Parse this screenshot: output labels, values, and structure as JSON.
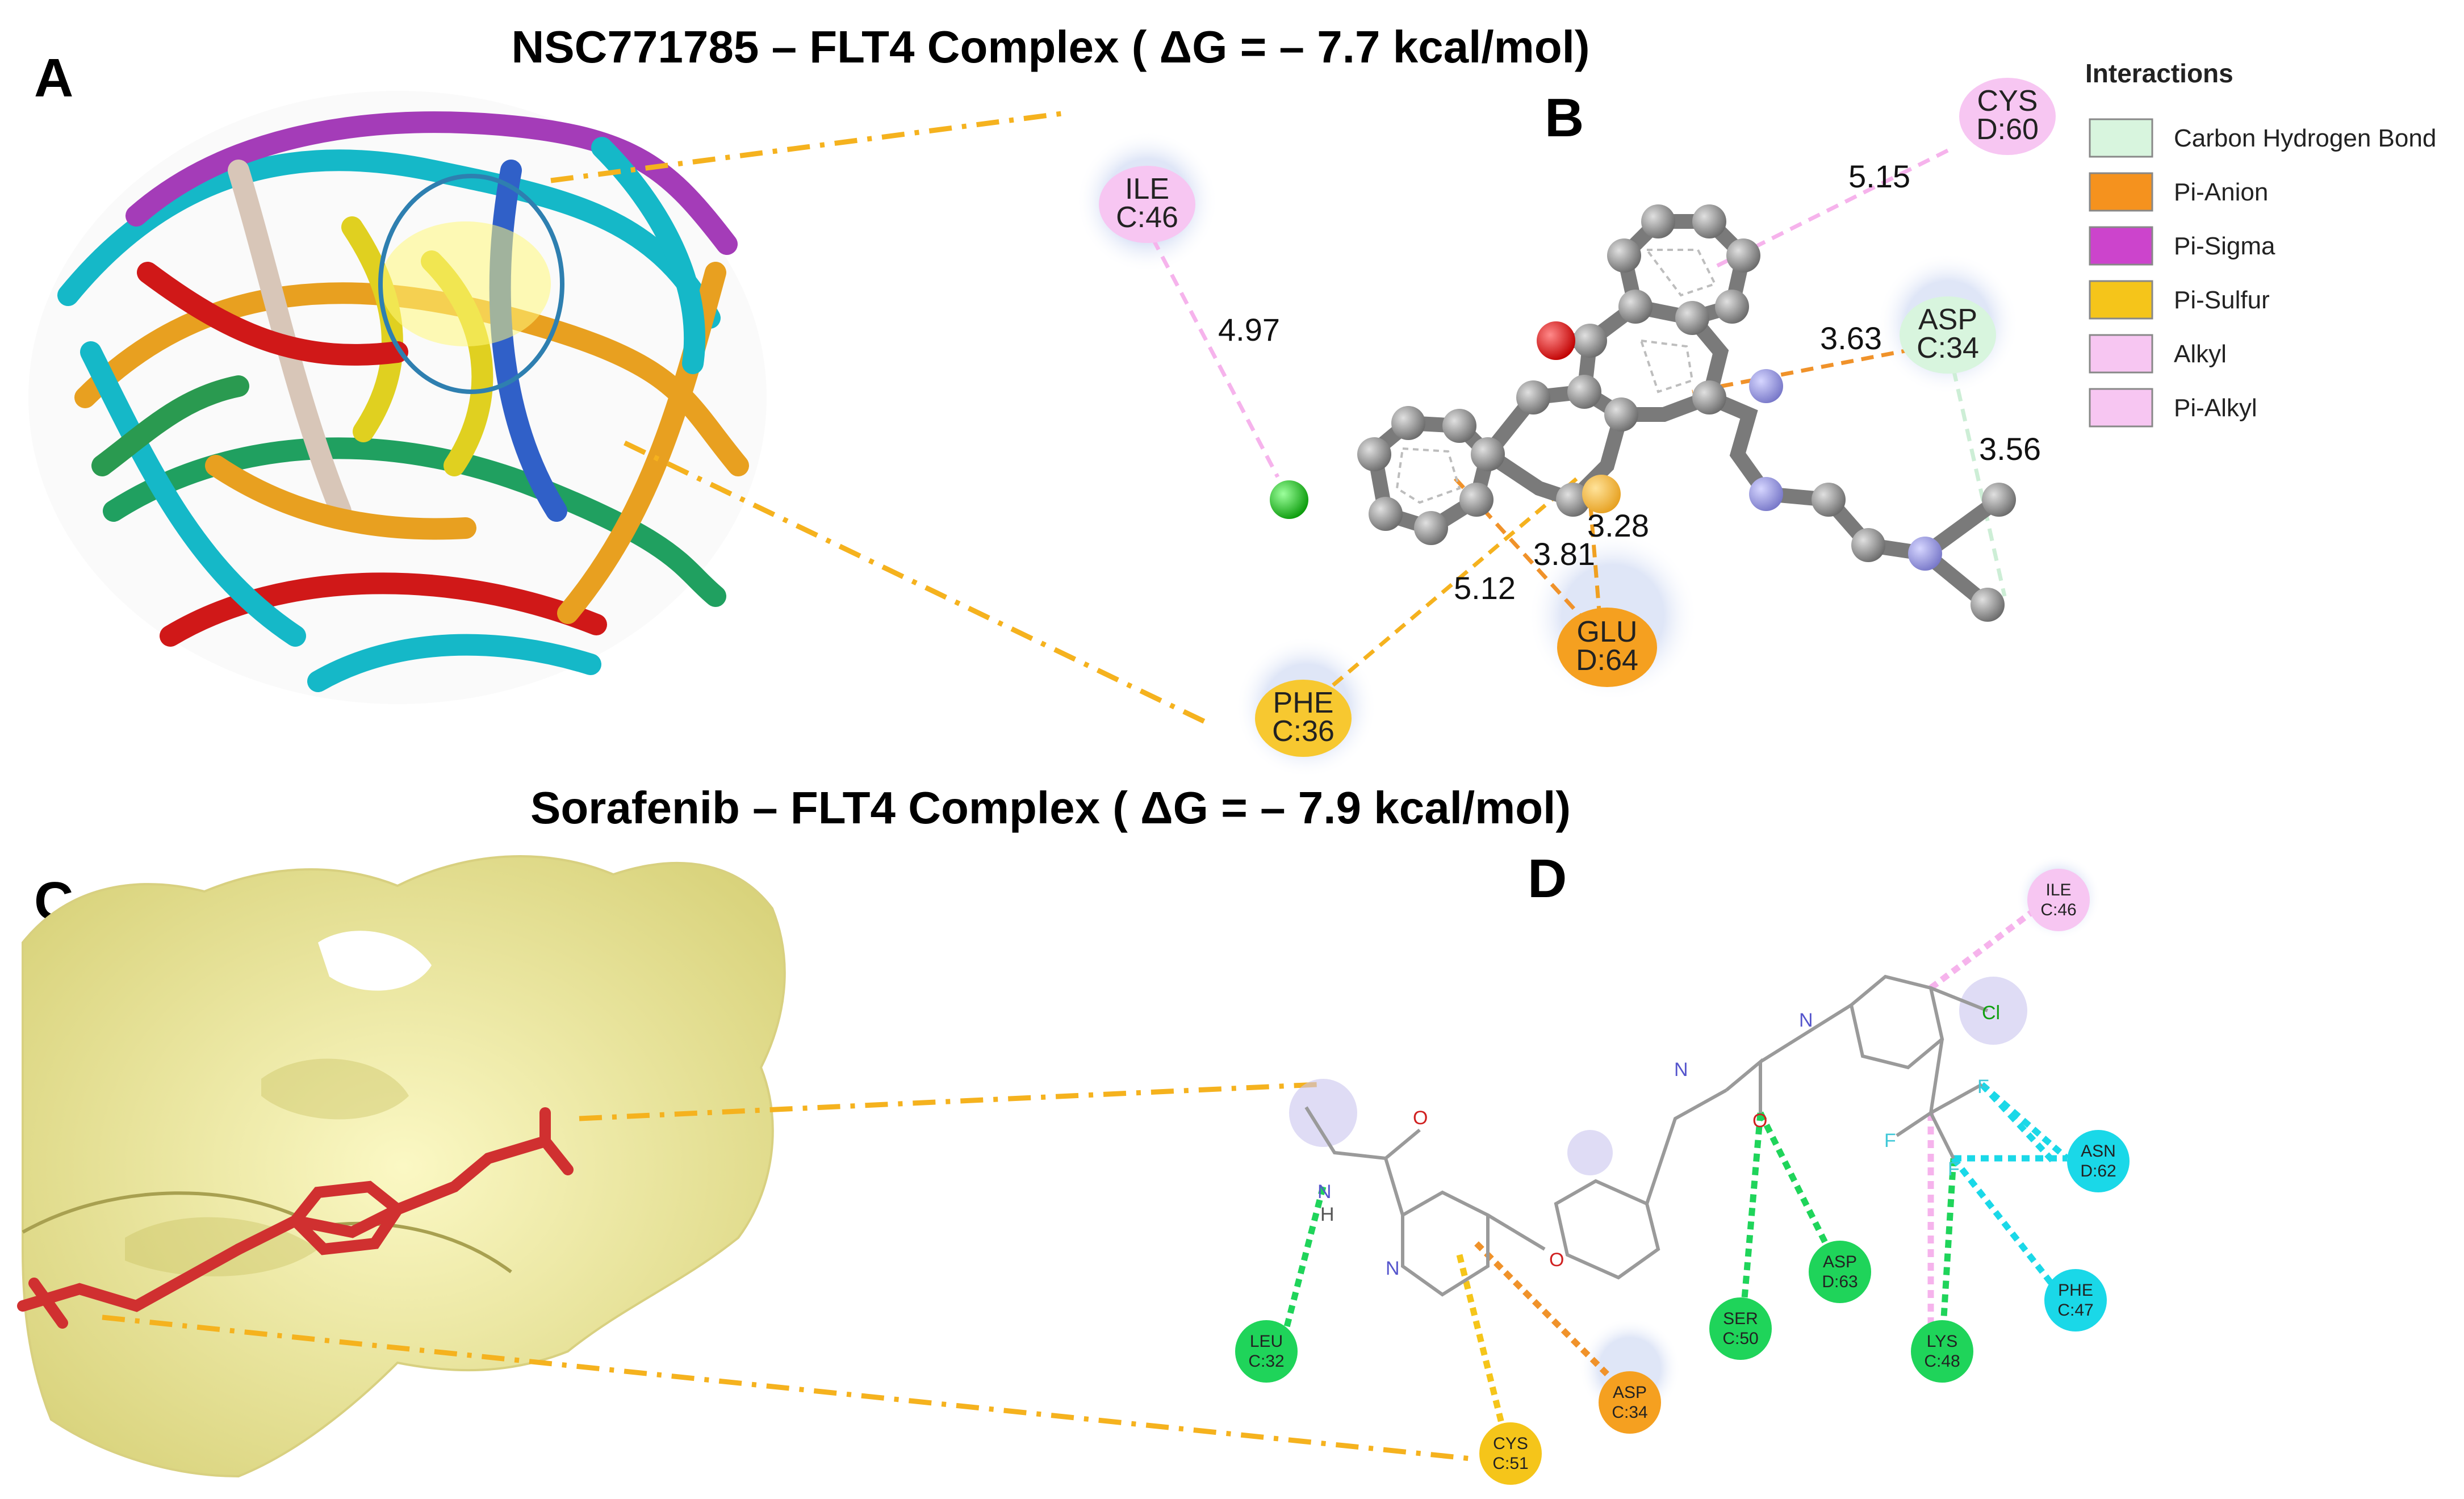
{
  "titles": {
    "top": "NSC771785 – FLT4 Complex ( ΔG = – 7.7 kcal/mol)",
    "bottom": "Sorafenib – FLT4 Complex ( ΔG = – 7.9 kcal/mol)"
  },
  "panels": {
    "a": "A",
    "b": "B",
    "c": "C",
    "d": "D"
  },
  "legend": {
    "title": "Interactions",
    "items": [
      {
        "label": "Carbon Hydrogen Bond",
        "color": "#d8f5de"
      },
      {
        "label": "Pi-Anion",
        "color": "#f5921e"
      },
      {
        "label": "Pi-Sigma",
        "color": "#cc44cc"
      },
      {
        "label": "Pi-Sulfur",
        "color": "#f5c51a"
      },
      {
        "label": "Alkyl",
        "color": "#f7c6f2"
      },
      {
        "label": "Pi-Alkyl",
        "color": "#f7c6f2"
      }
    ]
  },
  "panel_b": {
    "residues": [
      {
        "l1": "ILE",
        "l2": "C:46",
        "color": "#f7c6f2"
      },
      {
        "l1": "CYS",
        "l2": "D:60",
        "color": "#f7c6f2"
      },
      {
        "l1": "ASP",
        "l2": "C:34",
        "color": "#d8f5de"
      },
      {
        "l1": "GLU",
        "l2": "D:64",
        "color": "#f5a020"
      },
      {
        "l1": "PHE",
        "l2": "C:36",
        "color": "#f7c830"
      }
    ],
    "distances": [
      "4.97",
      "5.15",
      "3.63",
      "3.56",
      "3.28",
      "3.81",
      "5.12"
    ]
  },
  "panel_d": {
    "residues": [
      {
        "l1": "ILE",
        "l2": "C:46",
        "color": "#f7c6f2"
      },
      {
        "l1": "ASN",
        "l2": "D:62",
        "color": "#1ad8e8"
      },
      {
        "l1": "PHE",
        "l2": "C:47",
        "color": "#1ad8e8"
      },
      {
        "l1": "ASP",
        "l2": "D:63",
        "color": "#1fd45a"
      },
      {
        "l1": "SER",
        "l2": "C:50",
        "color": "#1fd45a"
      },
      {
        "l1": "LYS",
        "l2": "C:48",
        "color": "#1fd45a"
      },
      {
        "l1": "LEU",
        "l2": "C:32",
        "color": "#1fd45a"
      },
      {
        "l1": "ASP",
        "l2": "C:34",
        "color": "#f5a020"
      },
      {
        "l1": "CYS",
        "l2": "C:51",
        "color": "#f5c51a"
      }
    ],
    "atoms": {
      "n": "N",
      "h": "H",
      "o": "O",
      "cl": "Cl",
      "f": "F"
    }
  }
}
